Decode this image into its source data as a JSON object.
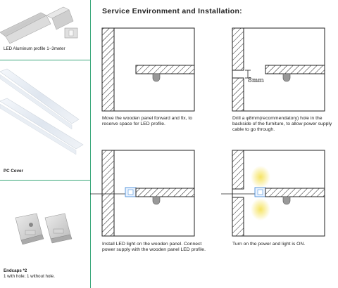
{
  "sidebar": {
    "products": [
      {
        "name": "LED Aluminum profile 1~3meter"
      },
      {
        "name": "PC Cover"
      },
      {
        "name": "Endcaps *2",
        "detail": "1 with hole; 1 without hole."
      }
    ]
  },
  "main": {
    "title": "Service Environment and Installation:",
    "steps": [
      {
        "text": "Move the wooden panel forward and fix, to reserve space for LED profile."
      },
      {
        "text": "Drill a φ8mm(recommendatory) hole in the backside of the furniture, to allow power supply cable to go through.",
        "dimension_label": "8mm"
      },
      {
        "text": "Install LED light on the wooden panel. Connect power supply with the wooden panel LED profile."
      },
      {
        "text": "Turn on the power and light is ON."
      }
    ]
  },
  "colors": {
    "accent_green": "#3aa77a",
    "glow_yellow": "#f5e25a"
  }
}
